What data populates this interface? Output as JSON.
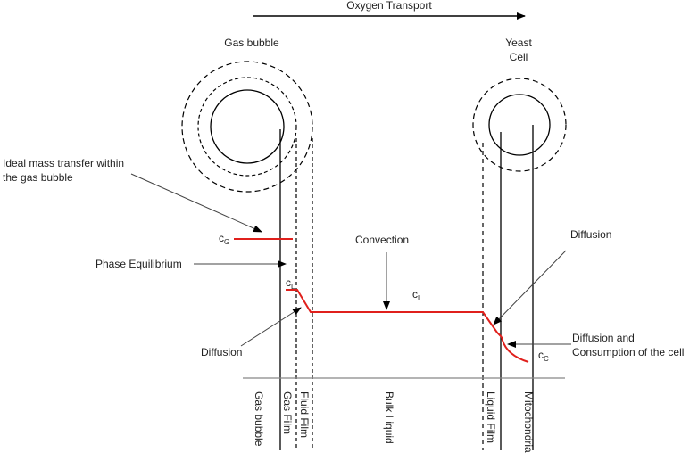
{
  "title": "Oxygen Transport",
  "labels": {
    "gas_bubble": "Gas bubble",
    "yeast_cell_line1": "Yeast",
    "yeast_cell_line2": "Cell",
    "ideal_line1": "Ideal mass transfer within",
    "ideal_line2": "the gas bubble",
    "phase_equilibrium": "Phase Equilibrium",
    "diffusion_left": "Diffusion",
    "convection": "Convection",
    "diffusion_right": "Diffusion",
    "diff_cons_line1": "Diffusion and",
    "diff_cons_line2": "Consumption of the cell"
  },
  "concentrations": {
    "cG": {
      "main": "c",
      "sub": "G"
    },
    "cLi": {
      "main": "c",
      "sub": "L"
    },
    "cL": {
      "main": "c",
      "sub": "L"
    },
    "cC": {
      "main": "c",
      "sub": "C"
    }
  },
  "regions": {
    "gas_bubble": "Gas bubble",
    "gas_film": "Gas Film",
    "fluid_film": "Fluid Film",
    "bulk_liquid": "Bulk Liquid",
    "liquid_film": "Liquid Film",
    "mitochondria": "Mitochondria"
  },
  "colors": {
    "profile": "#e0201c",
    "line": "#000000",
    "baseline": "#888888"
  }
}
